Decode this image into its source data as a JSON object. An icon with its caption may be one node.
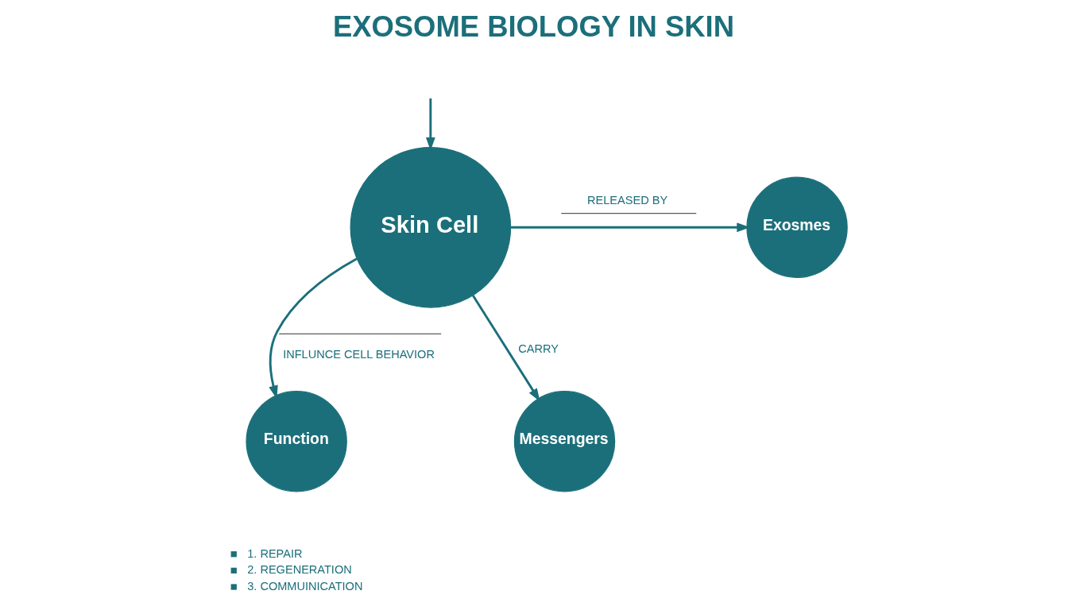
{
  "diagram": {
    "title": "EXOSOME BIOLOGY IN SKIN",
    "nodes": [
      {
        "text": [
          "Skin Cell"
        ]
      },
      {
        "text": [
          "Exosmes"
        ]
      },
      {
        "text": [
          "Function"
        ],
        "beside": [
          "1. REPAIR",
          "2. REGENERATION",
          "3. COMMUINICATION"
        ]
      },
      {
        "text": [
          "Messengers"
        ]
      }
    ],
    "edges": [
      {
        "from": null,
        "to": 0,
        "arrow": "to"
      },
      {
        "from": 0,
        "to": 1,
        "arrow": "to",
        "label": "RELEASED BY"
      },
      {
        "from": 0,
        "to": 2,
        "arrow": "to",
        "label": "INFLUNCE CELL BEHAVIOR"
      },
      {
        "from": 0,
        "to": 3,
        "arrow": "to",
        "label": "CARRY"
      }
    ]
  }
}
